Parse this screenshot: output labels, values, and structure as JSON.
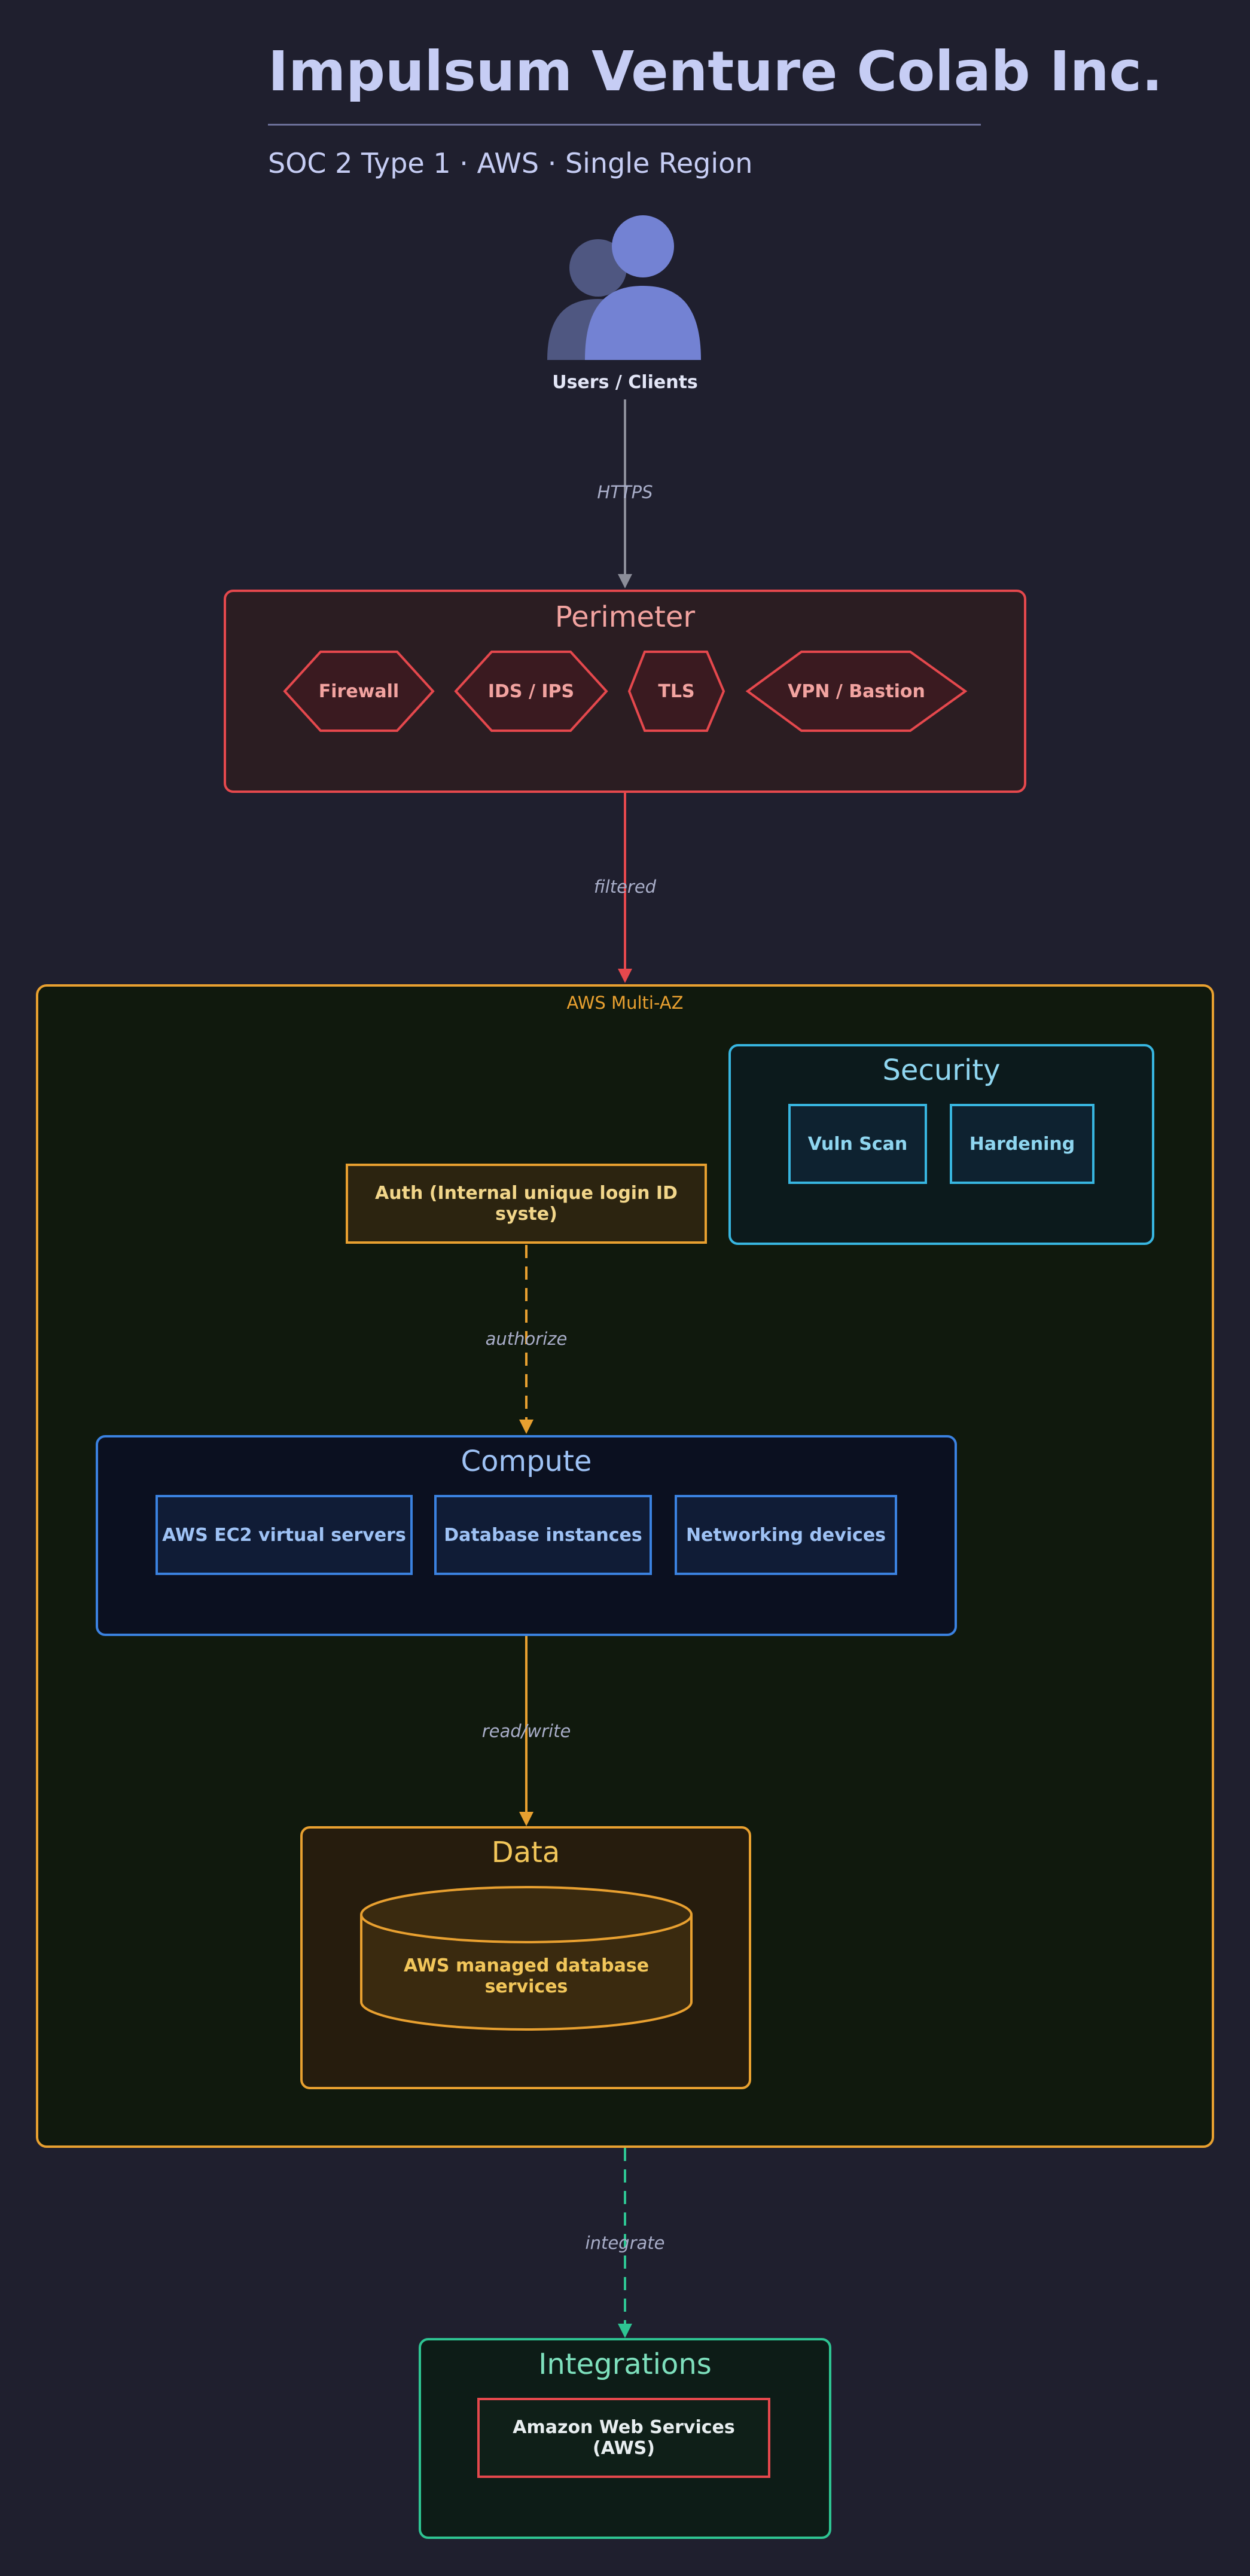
{
  "title": "Impulsum Venture Colab Inc.",
  "subtitle": "SOC 2 Type 1 · AWS · Single Region",
  "users": {
    "label": "Users / Clients",
    "icon": "users-icon"
  },
  "edges": {
    "https": "HTTPS",
    "filtered": "filtered",
    "authorize": "authorize",
    "read_write": "read/write",
    "integrate": "integrate"
  },
  "perimeter": {
    "title": "Perimeter",
    "items": [
      "Firewall",
      "IDS / IPS",
      "TLS",
      "VPN / Bastion"
    ]
  },
  "aws": {
    "label": "AWS Multi-AZ"
  },
  "security": {
    "title": "Security",
    "items": [
      "Vuln Scan",
      "Hardening"
    ]
  },
  "auth": {
    "label": "Auth (Internal unique login ID syste)"
  },
  "compute": {
    "title": "Compute",
    "items": [
      "AWS EC2 virtual servers",
      "Database instances",
      "Networking devices"
    ]
  },
  "data": {
    "title": "Data",
    "db": "AWS managed database services",
    "icon": "database-cylinder-icon"
  },
  "integrations": {
    "title": "Integrations",
    "items": [
      "Amazon Web Services (AWS)"
    ]
  },
  "colors": {
    "background": "#1f1f2e",
    "perimeter": "#e5484d",
    "aws": "#e8a030",
    "security": "#38b6e0",
    "compute": "#3b82e0",
    "data": "#e8a030",
    "integrations": "#2ec492",
    "https_edge": "#8b8d99"
  }
}
